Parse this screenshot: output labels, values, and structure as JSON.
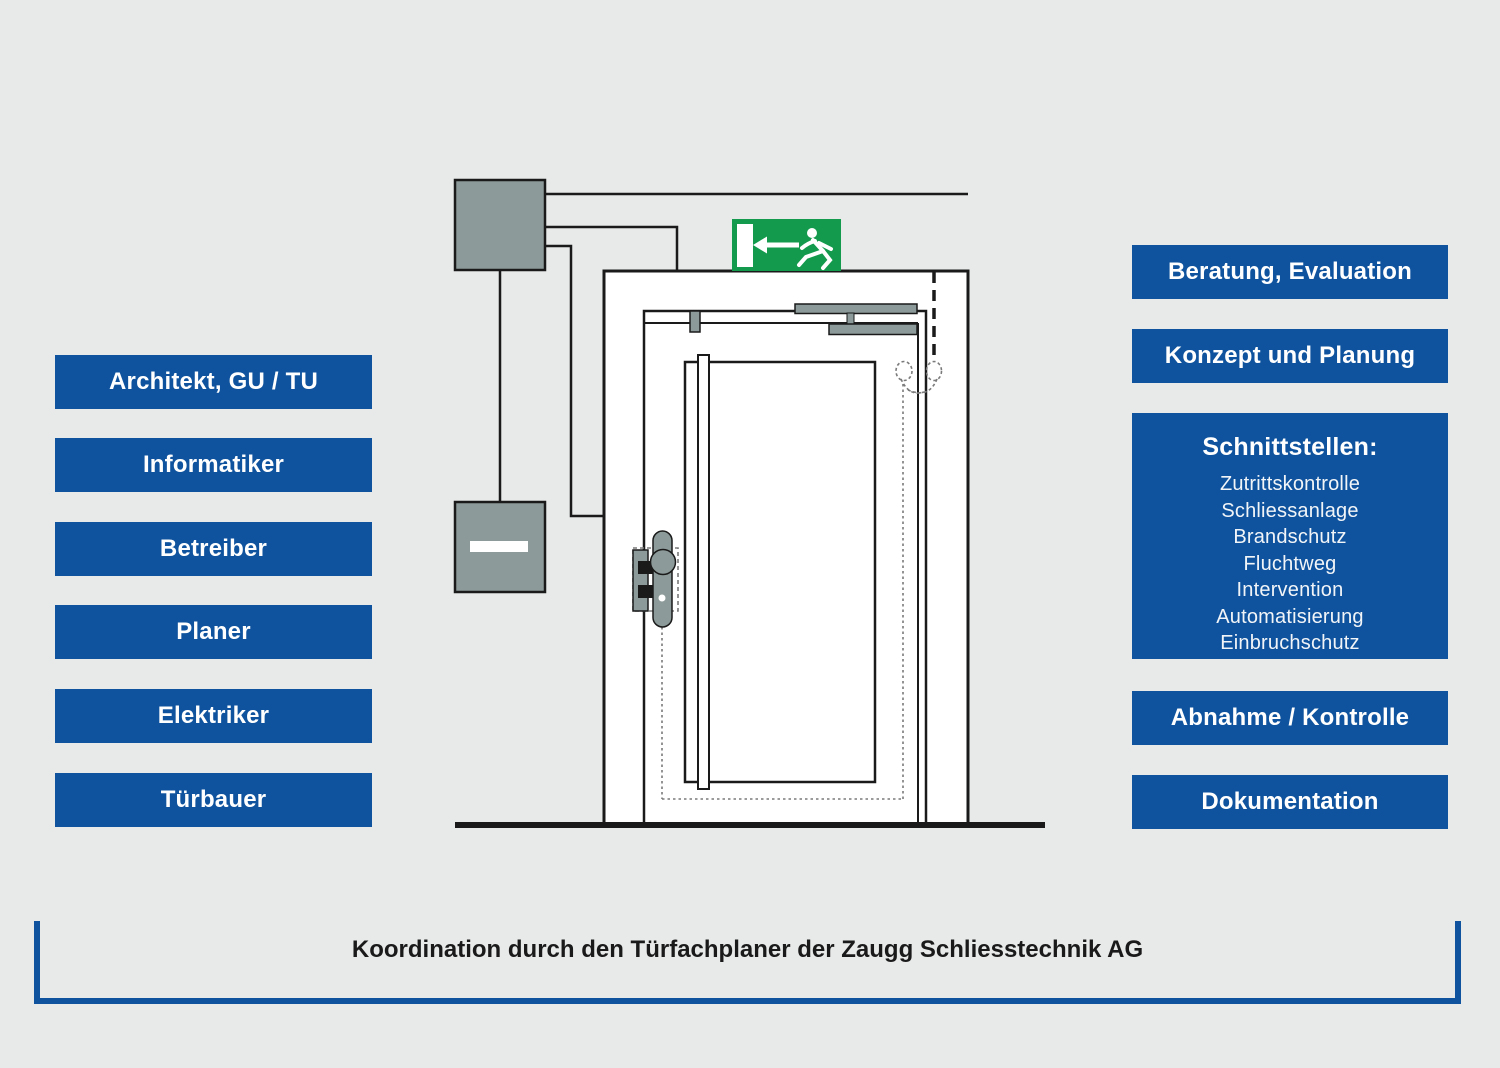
{
  "colors": {
    "background": "#E8E9E9",
    "accent_blue": "#0F539E",
    "line_black": "#1A1A1A",
    "device_gray": "#8C9B99",
    "exit_green": "#139A4C",
    "white": "#FFFFFF"
  },
  "left_column": {
    "items": [
      "Architekt, GU / TU",
      "Informatiker",
      "Betreiber",
      "Planer",
      "Elektriker",
      "Türbauer"
    ]
  },
  "right_column": {
    "beratung": "Beratung, Evaluation",
    "konzept": "Konzept und Planung",
    "schnittstellen": {
      "title": "Schnittstellen:",
      "items": [
        "Zutrittskontrolle",
        "Schliessanlage",
        "Brandschutz",
        "Fluchtweg",
        "Intervention",
        "Automatisierung",
        "Einbruchschutz"
      ]
    },
    "abnahme": "Abnahme / Kontrolle",
    "dokumentation": "Dokumentation"
  },
  "footer": {
    "text": "Koordination durch den Türfachplaner der Zaugg Schliesstechnik AG"
  },
  "illustration": {
    "icons": [
      "control-unit-icon",
      "card-reader-icon",
      "door-icon",
      "door-leaf-icon",
      "exit-sign-icon",
      "running-man-icon",
      "arrow-left-icon",
      "door-closer-icon",
      "lock-cylinder-icon",
      "door-contact-icon",
      "cable-loop-icon",
      "floor-line"
    ]
  }
}
